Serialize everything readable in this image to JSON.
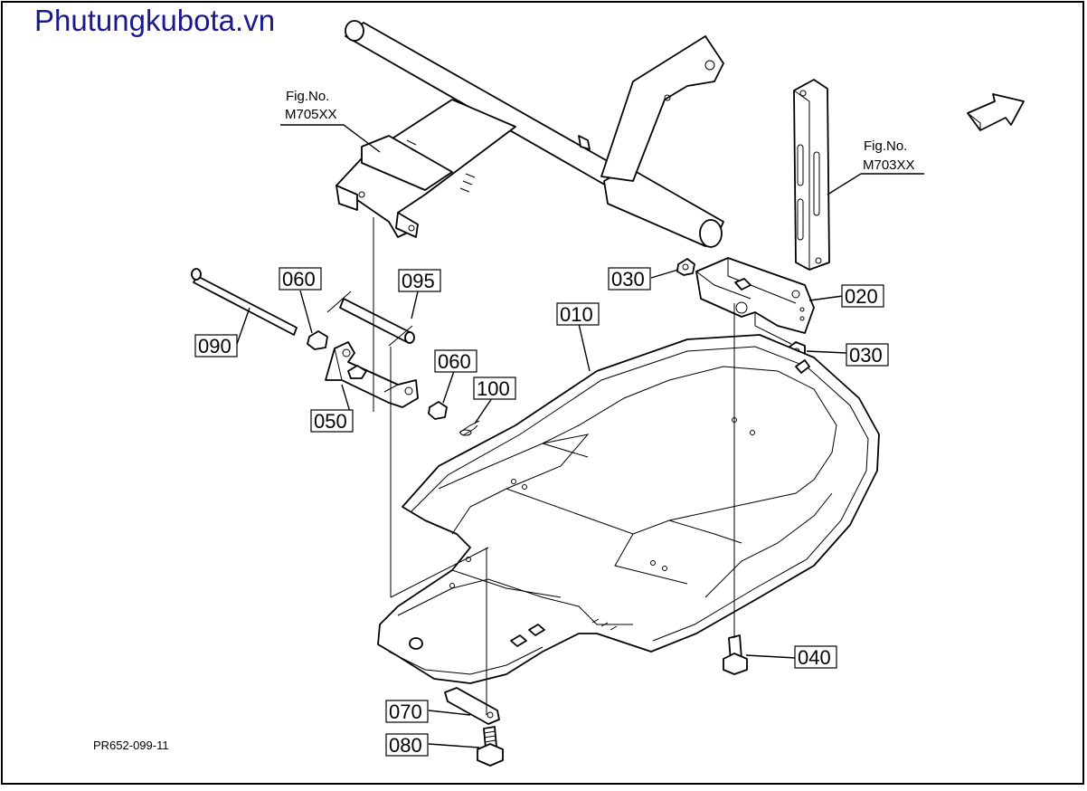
{
  "watermark": "Phutungkubota.vn",
  "figure_code": "PR652-099-11",
  "figure_refs": [
    {
      "id": "ref-m705",
      "line1": "Fig.No.",
      "line2": "M705XX"
    },
    {
      "id": "ref-m703",
      "line1": "Fig.No.",
      "line2": "M703XX"
    }
  ],
  "callouts": [
    {
      "label": "060"
    },
    {
      "label": "095"
    },
    {
      "label": "090"
    },
    {
      "label": "050"
    },
    {
      "label": "060"
    },
    {
      "label": "100"
    },
    {
      "label": "010"
    },
    {
      "label": "030"
    },
    {
      "label": "020"
    },
    {
      "label": "030"
    },
    {
      "label": "040"
    },
    {
      "label": "070"
    },
    {
      "label": "080"
    }
  ],
  "colors": {
    "watermark": "#1a1a8c",
    "line": "#000000",
    "background": "#ffffff"
  },
  "icons": {
    "direction": "direction-arrow-icon"
  }
}
